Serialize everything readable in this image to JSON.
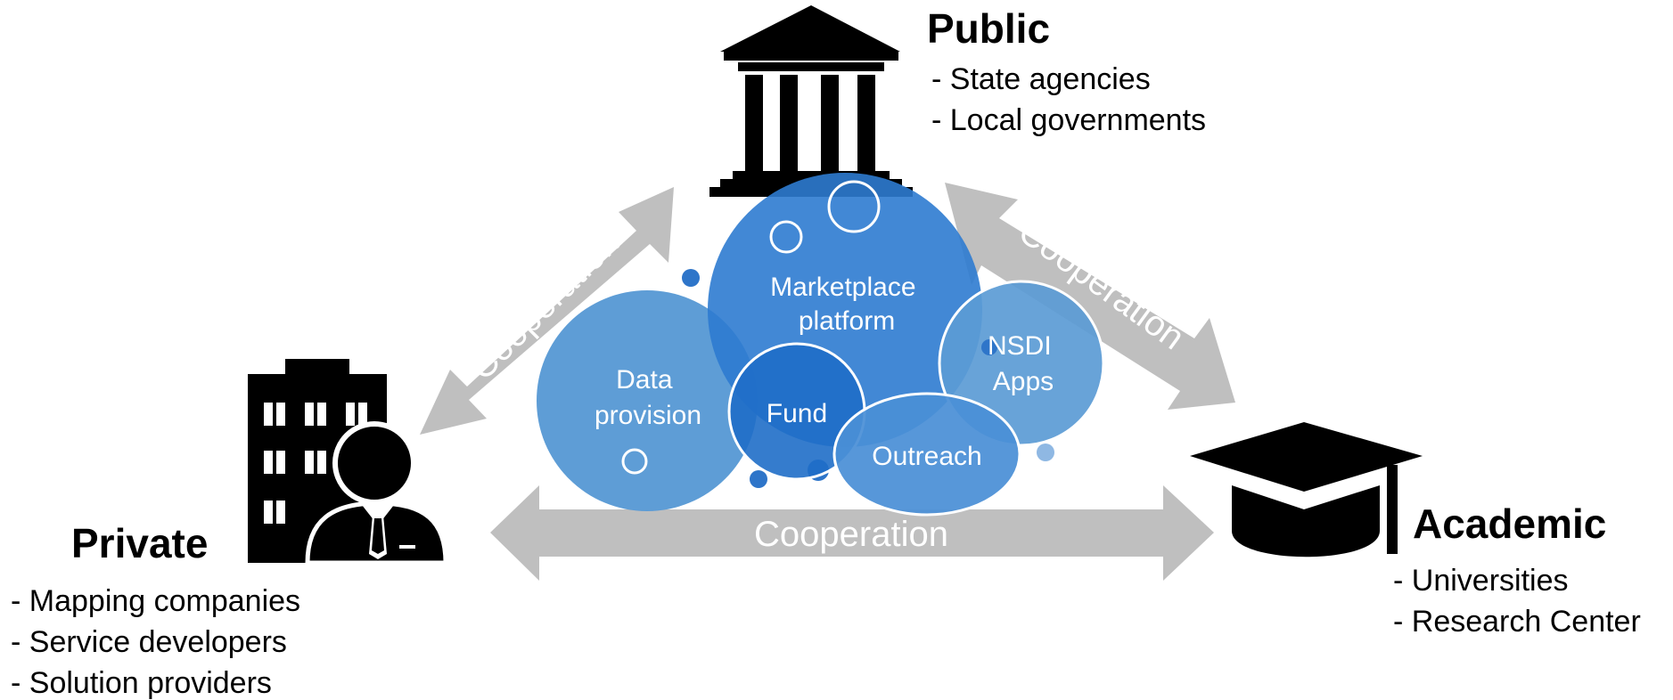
{
  "public": {
    "title": "Public",
    "items": [
      "- State agencies",
      "- Local governments"
    ]
  },
  "private": {
    "title": "Private",
    "items": [
      "- Mapping companies",
      "- Service developers",
      "- Solution providers"
    ]
  },
  "academic": {
    "title": "Academic",
    "items": [
      "- Universities",
      "- Research Center"
    ]
  },
  "arrows": {
    "left": "Cooperation",
    "right": "Cooperation",
    "bottom": "Cooperation"
  },
  "bubbles": {
    "marketplace": [
      "Marketplace",
      "platform"
    ],
    "data": [
      "Data",
      "provision"
    ],
    "nsdi": [
      "NSDI",
      "Apps"
    ],
    "fund": "Fund",
    "outreach": "Outreach"
  },
  "colors": {
    "arrow": "#bfbfbf",
    "bubble": "#5b9bd5",
    "bubble_dark": "#2e75c9",
    "icon": "#000000"
  }
}
